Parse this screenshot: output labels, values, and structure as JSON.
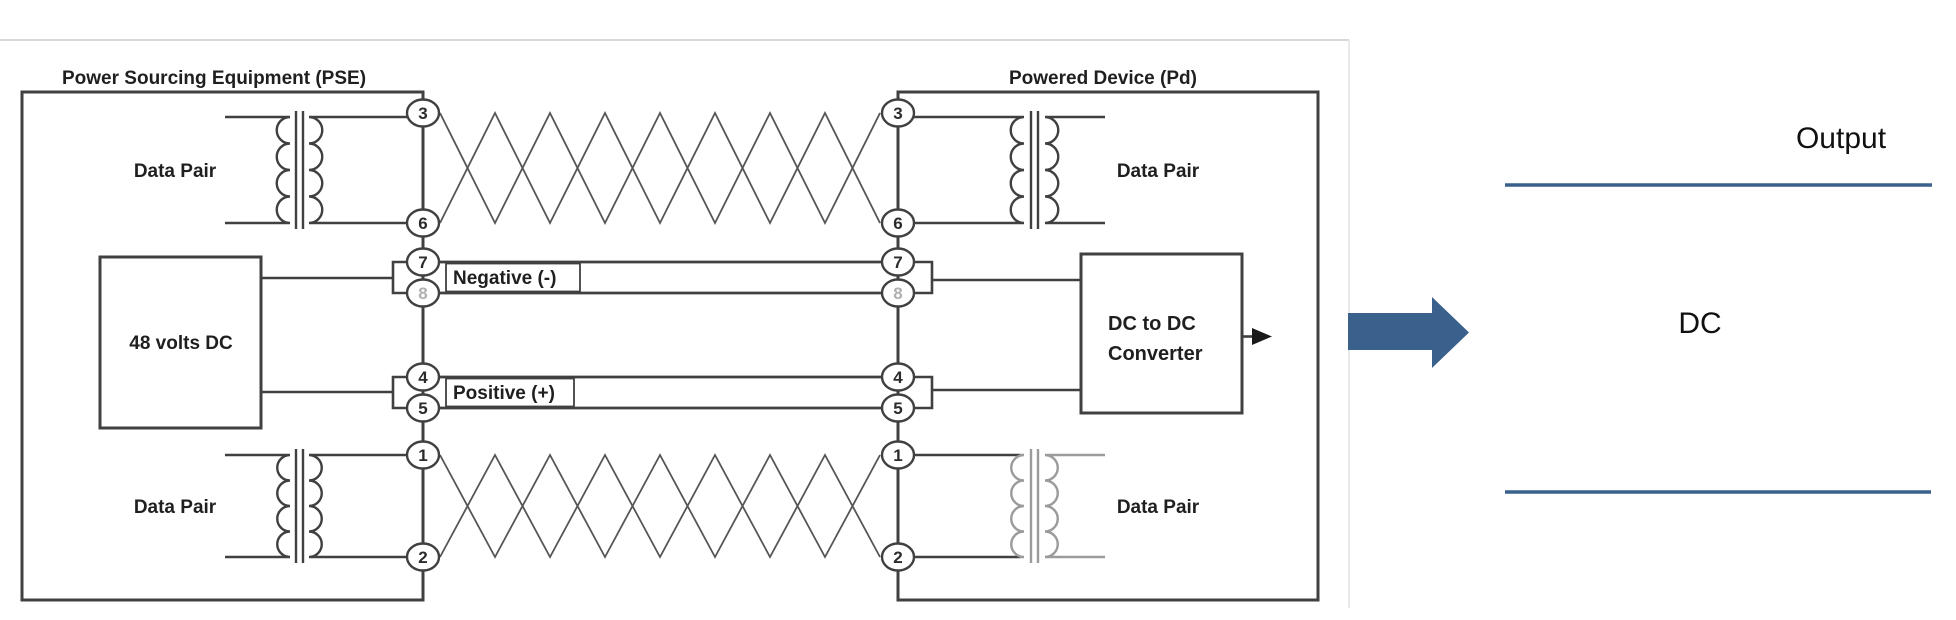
{
  "colors": {
    "accent": "#3a618c",
    "diagram_ink": "#404040",
    "border_gray": "#d8d8d8"
  },
  "pse": {
    "title": "Power Sourcing Equipment (PSE)",
    "data_pair_top": "Data Pair",
    "data_pair_bottom": "Data Pair",
    "source": "48 volts DC"
  },
  "pd": {
    "title": "Powered Device (Pd)",
    "data_pair_top": "Data Pair",
    "data_pair_bottom": "Data Pair",
    "converter_line1": "DC to DC",
    "converter_line2": "Converter"
  },
  "channels": {
    "negative": "Negative (-)",
    "positive": "Positive (+)"
  },
  "pins_left": [
    "3",
    "6",
    "7",
    "8",
    "4",
    "5",
    "1",
    "2"
  ],
  "pins_right": [
    "3",
    "6",
    "7",
    "8",
    "4",
    "5",
    "1",
    "2"
  ],
  "annotations": {
    "output": "Output",
    "dc": "DC"
  }
}
